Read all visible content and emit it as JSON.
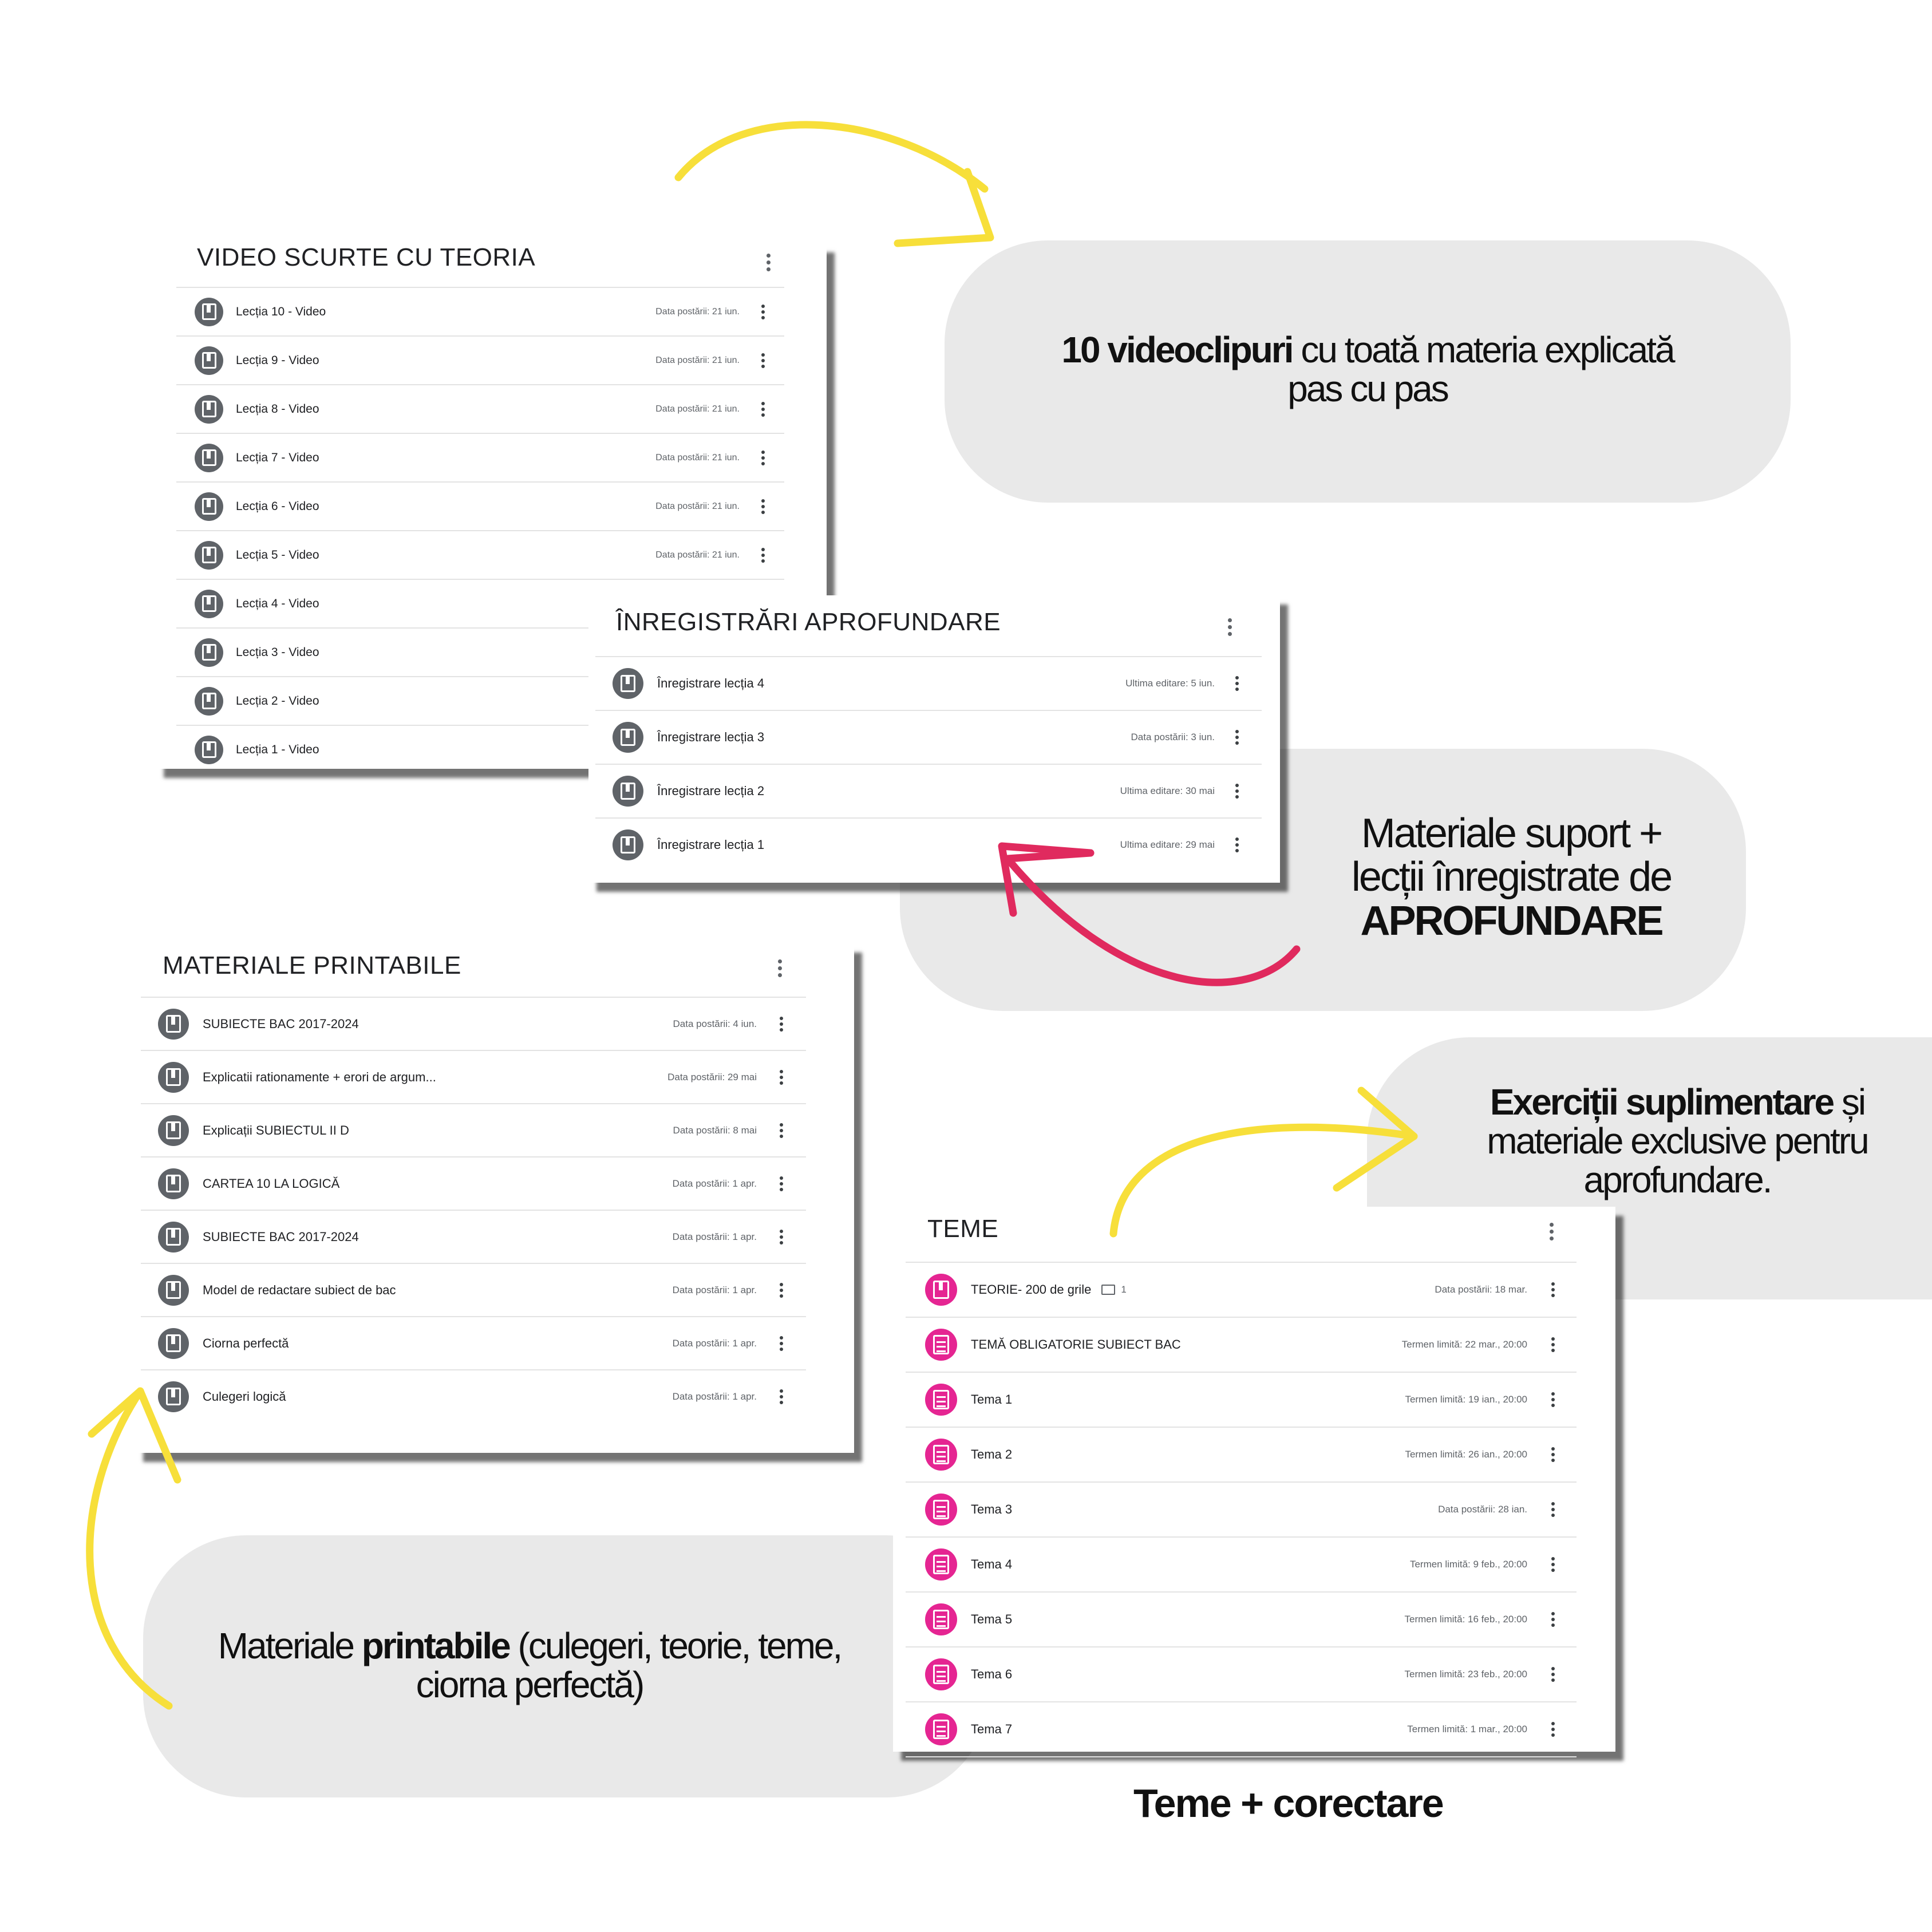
{
  "bubbles": {
    "video": {
      "bold": "10 videoclipuri",
      "rest_line1": " cu toată materia explicată",
      "line2": "pas cu pas"
    },
    "aprofundare": {
      "line1": "Materiale suport +",
      "line2": "lecții înregistrate de",
      "bold": "APROFUNDARE"
    },
    "exercitii": {
      "bold": "Exerciții suplimentare",
      "rest_line1": " și",
      "line2": "materiale exclusive pentru",
      "line3": "aprofundare."
    },
    "printabile": {
      "pre": "Materiale ",
      "bold": "printabile",
      "rest_line1": " (culegeri, teorie, teme,",
      "line2": "ciorna perfectă)"
    }
  },
  "caption_teme": "Teme + corectare",
  "video_card": {
    "title": "VIDEO SCURTE CU TEORIA",
    "rows": [
      {
        "label": "Lecția 10 - Video",
        "date": "Data postării: 21 iun."
      },
      {
        "label": "Lecția 9 - Video",
        "date": "Data postării: 21 iun."
      },
      {
        "label": "Lecția 8 - Video",
        "date": "Data postării: 21 iun."
      },
      {
        "label": "Lecția 7 - Video",
        "date": "Data postării: 21 iun."
      },
      {
        "label": "Lecția 6 - Video",
        "date": "Data postării: 21 iun."
      },
      {
        "label": "Lecția 5 - Video",
        "date": "Data postării: 21 iun."
      },
      {
        "label": "Lecția 4 - Video",
        "date": ""
      },
      {
        "label": "Lecția 3 - Video",
        "date": ""
      },
      {
        "label": "Lecția 2 - Video",
        "date": ""
      },
      {
        "label": "Lecția 1 - Video",
        "date": ""
      }
    ]
  },
  "inreg_card": {
    "title": "ÎNREGISTRĂRI APROFUNDARE",
    "rows": [
      {
        "label": "Înregistrare lecția 4",
        "date": "Ultima editare: 5 iun."
      },
      {
        "label": "Înregistrare lecția 3",
        "date": "Data postării: 3 iun."
      },
      {
        "label": "Înregistrare lecția 2",
        "date": "Ultima editare: 30 mai"
      },
      {
        "label": "Înregistrare lecția 1",
        "date": "Ultima editare: 29 mai"
      }
    ]
  },
  "print_card": {
    "title": "MATERIALE PRINTABILE",
    "rows": [
      {
        "label": "SUBIECTE BAC 2017-2024",
        "date": "Data postării: 4 iun."
      },
      {
        "label": "Explicatii rationamente + erori de argum...",
        "date": "Data postării: 29 mai"
      },
      {
        "label": "Explicații SUBIECTUL II D",
        "date": "Data postării: 8 mai"
      },
      {
        "label": "CARTEA 10 LA LOGICĂ",
        "date": "Data postării: 1 apr."
      },
      {
        "label": "SUBIECTE BAC 2017-2024",
        "date": "Data postării: 1 apr."
      },
      {
        "label": "Model de redactare subiect de bac",
        "date": "Data postării: 1 apr."
      },
      {
        "label": "Ciorna perfectă",
        "date": "Data postării: 1 apr."
      },
      {
        "label": "Culegeri logică",
        "date": "Data postării: 1 apr."
      }
    ]
  },
  "teme_card": {
    "title": "TEME",
    "rows": [
      {
        "label": "TEORIE- 200 de grile",
        "comments": "1",
        "date": "Data postării: 18 mar.",
        "icon": "material"
      },
      {
        "label": "TEMĂ OBLIGATORIE SUBIECT BAC",
        "date": "Termen limită: 22 mar., 20:00",
        "icon": "assignment"
      },
      {
        "label": "Tema 1",
        "date": "Termen limită: 19 ian., 20:00",
        "icon": "assignment"
      },
      {
        "label": "Tema 2",
        "date": "Termen limită: 26 ian., 20:00",
        "icon": "assignment"
      },
      {
        "label": "Tema 3",
        "date": "Data postării: 28 ian.",
        "icon": "assignment"
      },
      {
        "label": "Tema 4",
        "date": "Termen limită: 9 feb., 20:00",
        "icon": "assignment"
      },
      {
        "label": "Tema 5",
        "date": "Termen limită: 16 feb., 20:00",
        "icon": "assignment"
      },
      {
        "label": "Tema 6",
        "date": "Termen limită: 23 feb., 20:00",
        "icon": "assignment"
      },
      {
        "label": "Tema 7",
        "date": "Termen limită: 1 mar., 20:00",
        "icon": "assignment"
      }
    ]
  },
  "colors": {
    "bubble": "#e9e9e9",
    "yellow_arrow": "#f7df3a",
    "pink_arrow": "#e02a5e",
    "pink_icon": "#e52592",
    "gray_icon": "#5f6368"
  }
}
